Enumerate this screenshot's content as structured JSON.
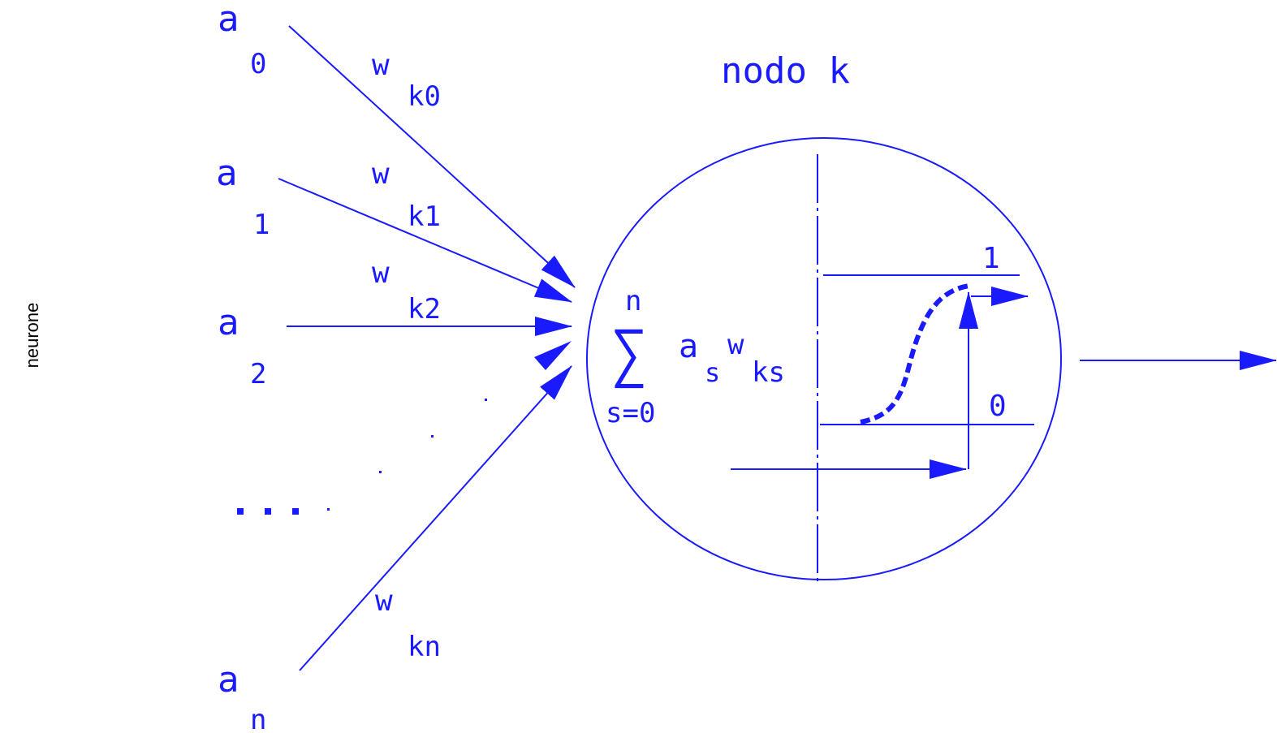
{
  "side_label": "neurone",
  "node_title": "nodo k",
  "inputs": [
    {
      "a": "a",
      "sub": "0",
      "w": "w",
      "wsub": "k0"
    },
    {
      "a": "a",
      "sub": "1",
      "w": "w",
      "wsub": "k1"
    },
    {
      "a": "a",
      "sub": "2",
      "w": "w",
      "wsub": "k2"
    },
    {
      "a": "a",
      "sub": "n",
      "w": "w",
      "wsub": "kn"
    }
  ],
  "ellipsis": "...",
  "sum": {
    "upper": "n",
    "symbol": "∑",
    "lower": "s=0",
    "a": "a",
    "a_sub": "s",
    "w": "w",
    "w_sub": "ks"
  },
  "activation": {
    "high_label": "1",
    "low_label": "0"
  },
  "colors": {
    "stroke": "#1a1aff",
    "text": "#1a1aff",
    "side_label": "#000000"
  }
}
